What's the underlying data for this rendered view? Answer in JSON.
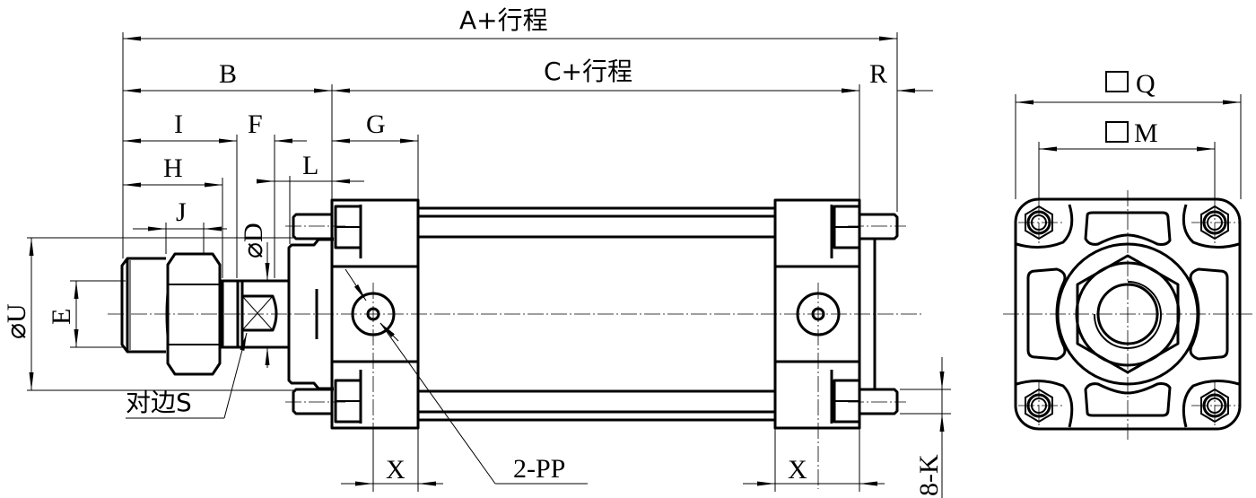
{
  "drawing": {
    "title": "Pneumatic cylinder outline dimensions",
    "dimension_labels": {
      "A_stroke": "A+行程",
      "B": "B",
      "C_stroke": "C+行程",
      "R": "R",
      "I": "I",
      "F": "F",
      "G": "G",
      "H": "H",
      "L": "L",
      "J": "J",
      "D": "⌀D",
      "U": "⌀U",
      "E": "E",
      "S": "对边S",
      "PP": "2-PP",
      "X_left": "X",
      "X_right": "X",
      "K": "8-K",
      "Q": "Q",
      "M": "M"
    },
    "views": [
      "side-view",
      "end-view"
    ]
  }
}
